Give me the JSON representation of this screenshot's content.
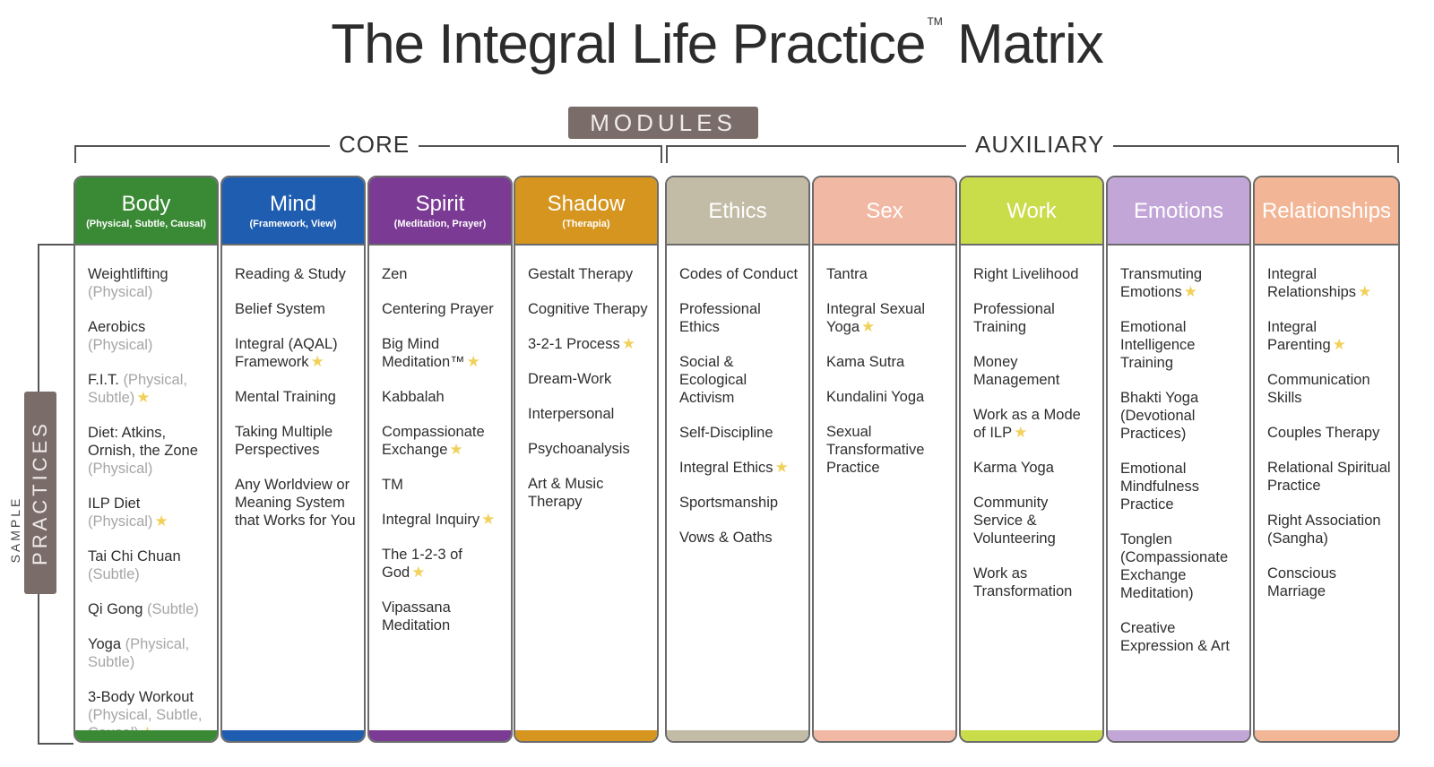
{
  "title": "The Integral Life Practice",
  "title_tm": "TM",
  "title_end": "Matrix",
  "modules_label": "MODULES",
  "core_label": "CORE",
  "auxiliary_label": "AUXILIARY",
  "sample_label": "SAMPLE",
  "practices_label": "PRACTICES",
  "colors": {
    "body": "#3a8a35",
    "mind": "#1f5db0",
    "spirit": "#7b3a94",
    "shadow": "#d5951f",
    "ethics": "#c2bba6",
    "sex": "#f1b8a4",
    "work": "#c9dc4a",
    "emotions": "#c3a6d8",
    "relationships": "#f2b696",
    "star": "#f1d15a",
    "qualifier": "#a6a6a6"
  },
  "columns": {
    "body": {
      "name": "Body",
      "sub": "(Physical, Subtle, Causal)",
      "items": [
        {
          "text": "Weightlifting",
          "q": "(Physical)",
          "star": false
        },
        {
          "text": "Aerobics",
          "q": "(Physical)",
          "star": false
        },
        {
          "text": "F.I.T.",
          "q": "(Physical, Subtle)",
          "star": true
        },
        {
          "text": "Diet: Atkins, Ornish, the Zone",
          "q": "(Physical)",
          "star": false
        },
        {
          "text": "ILP Diet",
          "q": "(Physical)",
          "star": true
        },
        {
          "text": "Tai Chi Chuan",
          "q": "(Subtle)",
          "star": false
        },
        {
          "text": "Qi Gong",
          "q": "(Subtle)",
          "star": false
        },
        {
          "text": "Yoga",
          "q": "(Physical, Subtle)",
          "star": false
        },
        {
          "text": "3-Body Workout",
          "q": "(Physical, Subtle, Causal)",
          "star": true
        }
      ]
    },
    "mind": {
      "name": "Mind",
      "sub": "(Framework, View)",
      "items": [
        {
          "text": "Reading & Study",
          "q": "",
          "star": false
        },
        {
          "text": "Belief System",
          "q": "",
          "star": false
        },
        {
          "text": "Integral (AQAL) Framework",
          "q": "",
          "star": true
        },
        {
          "text": "Mental Training",
          "q": "",
          "star": false
        },
        {
          "text": "Taking Multiple Perspectives",
          "q": "",
          "star": false
        },
        {
          "text": "Any Worldview or Meaning System that Works for You",
          "q": "",
          "star": false
        }
      ]
    },
    "spirit": {
      "name": "Spirit",
      "sub": "(Meditation, Prayer)",
      "items": [
        {
          "text": "Zen",
          "q": "",
          "star": false
        },
        {
          "text": "Centering Prayer",
          "q": "",
          "star": false
        },
        {
          "text": "Big Mind Meditation™",
          "q": "",
          "star": true
        },
        {
          "text": "Kabbalah",
          "q": "",
          "star": false
        },
        {
          "text": "Compassionate Exchange",
          "q": "",
          "star": true
        },
        {
          "text": "TM",
          "q": "",
          "star": false
        },
        {
          "text": "Integral Inquiry",
          "q": "",
          "star": true
        },
        {
          "text": "The 1-2-3 of God",
          "q": "",
          "star": true
        },
        {
          "text": "Vipassana Meditation",
          "q": "",
          "star": false
        }
      ]
    },
    "shadow": {
      "name": "Shadow",
      "sub": "(Therapia)",
      "items": [
        {
          "text": "Gestalt Therapy",
          "q": "",
          "star": false
        },
        {
          "text": "Cognitive Therapy",
          "q": "",
          "star": false
        },
        {
          "text": "3-2-1 Process",
          "q": "",
          "star": true
        },
        {
          "text": "Dream-Work",
          "q": "",
          "star": false
        },
        {
          "text": "Interpersonal",
          "q": "",
          "star": false
        },
        {
          "text": "Psychoanalysis",
          "q": "",
          "star": false
        },
        {
          "text": "Art & Music Therapy",
          "q": "",
          "star": false
        }
      ]
    },
    "ethics": {
      "name": "Ethics",
      "sub": "",
      "items": [
        {
          "text": "Codes of Conduct",
          "q": "",
          "star": false
        },
        {
          "text": "Professional Ethics",
          "q": "",
          "star": false
        },
        {
          "text": "Social & Ecological Activism",
          "q": "",
          "star": false
        },
        {
          "text": "Self-Discipline",
          "q": "",
          "star": false
        },
        {
          "text": "Integral Ethics",
          "q": "",
          "star": true
        },
        {
          "text": "Sportsmanship",
          "q": "",
          "star": false
        },
        {
          "text": "Vows & Oaths",
          "q": "",
          "star": false
        }
      ]
    },
    "sex": {
      "name": "Sex",
      "sub": "",
      "items": [
        {
          "text": "Tantra",
          "q": "",
          "star": false
        },
        {
          "text": "Integral Sexual Yoga",
          "q": "",
          "star": true
        },
        {
          "text": "Kama Sutra",
          "q": "",
          "star": false
        },
        {
          "text": "Kundalini Yoga",
          "q": "",
          "star": false
        },
        {
          "text": "Sexual Transformative Practice",
          "q": "",
          "star": false
        }
      ]
    },
    "work": {
      "name": "Work",
      "sub": "",
      "items": [
        {
          "text": "Right Livelihood",
          "q": "",
          "star": false
        },
        {
          "text": "Professional Training",
          "q": "",
          "star": false
        },
        {
          "text": "Money Management",
          "q": "",
          "star": false
        },
        {
          "text": "Work as a Mode of ILP",
          "q": "",
          "star": true
        },
        {
          "text": "Karma Yoga",
          "q": "",
          "star": false
        },
        {
          "text": "Community Service & Volunteering",
          "q": "",
          "star": false
        },
        {
          "text": "Work as Transformation",
          "q": "",
          "star": false
        }
      ]
    },
    "emotions": {
      "name": "Emotions",
      "sub": "",
      "items": [
        {
          "text": "Transmuting Emotions",
          "q": "",
          "star": true
        },
        {
          "text": "Emotional Intelligence Training",
          "q": "",
          "star": false
        },
        {
          "text": "Bhakti Yoga (Devotional Practices)",
          "q": "",
          "star": false
        },
        {
          "text": "Emotional Mindfulness Practice",
          "q": "",
          "star": false
        },
        {
          "text": "Tonglen (Compassionate Exchange Meditation)",
          "q": "",
          "star": false
        },
        {
          "text": "Creative Expression & Art",
          "q": "",
          "star": false
        }
      ]
    },
    "relationships": {
      "name": "Relationships",
      "sub": "",
      "items": [
        {
          "text": "Integral Relationships",
          "q": "",
          "star": true
        },
        {
          "text": "Integral Parenting",
          "q": "",
          "star": true
        },
        {
          "text": "Communication Skills",
          "q": "",
          "star": false
        },
        {
          "text": "Couples Therapy",
          "q": "",
          "star": false
        },
        {
          "text": "Relational Spiritual Practice",
          "q": "",
          "star": false
        },
        {
          "text": "Right Association (Sangha)",
          "q": "",
          "star": false
        },
        {
          "text": "Conscious Marriage",
          "q": "",
          "star": false
        }
      ]
    }
  }
}
